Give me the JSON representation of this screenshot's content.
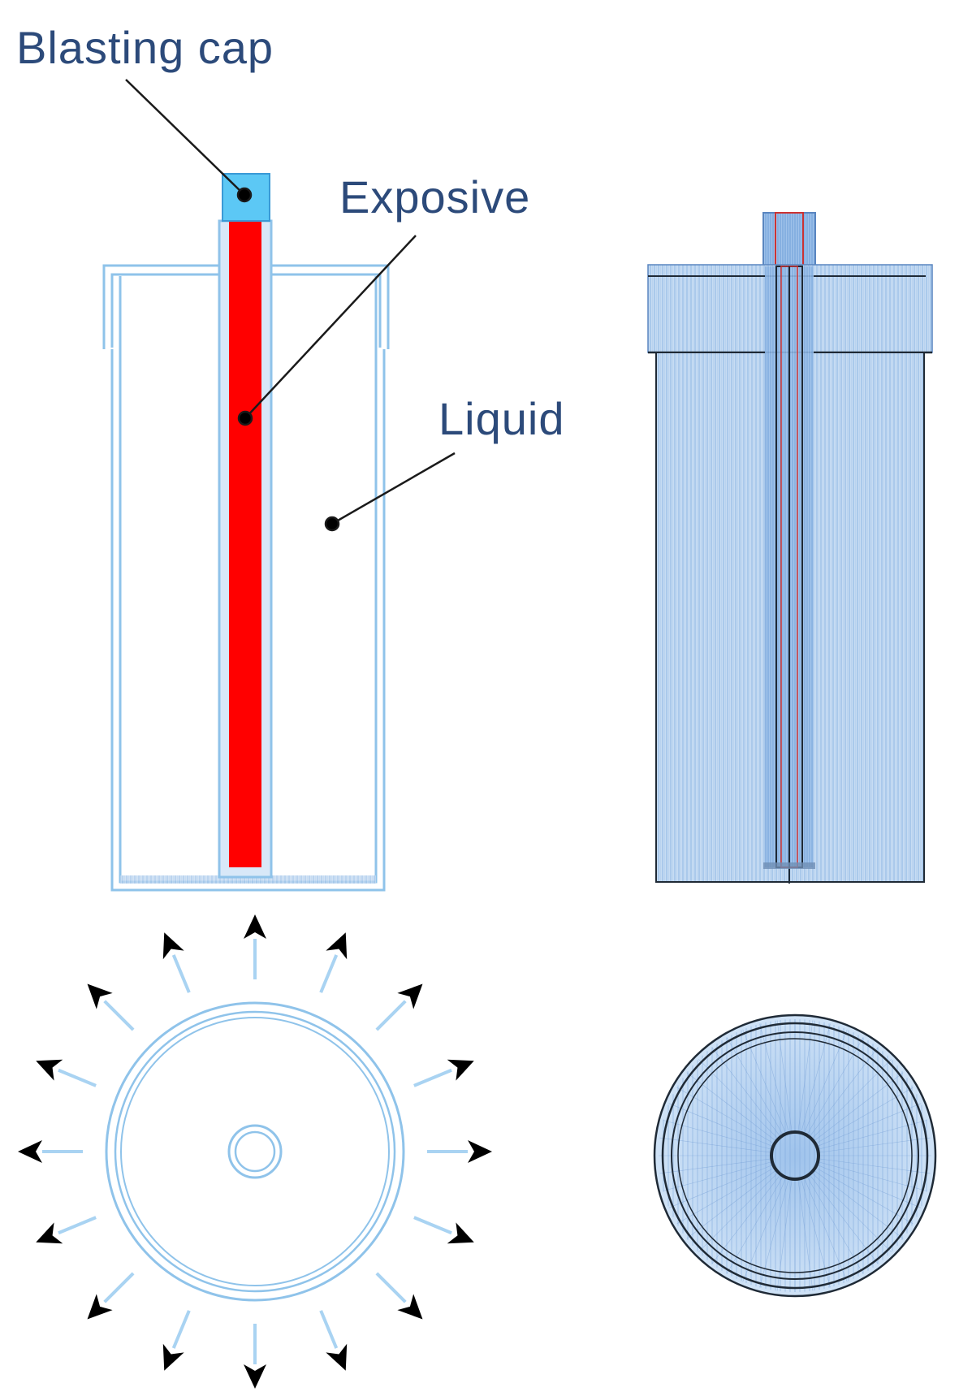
{
  "labels": {
    "blasting_cap": "Blasting cap",
    "explosive": "Exposive",
    "liquid": "Liquid"
  },
  "colors": {
    "label_text": "#2c4a7a",
    "explosive": "#ff0000",
    "blasting_cap": "#5cc8f5",
    "container_outline": "#8fc3ea",
    "mesh_fill": "#a9cbee",
    "mesh_dark": "#1f2a36",
    "arrow": "#000000",
    "arrow_trail": "#a9d3f2"
  },
  "icons": {
    "radial_arrow": "arrow-outward-icon"
  }
}
